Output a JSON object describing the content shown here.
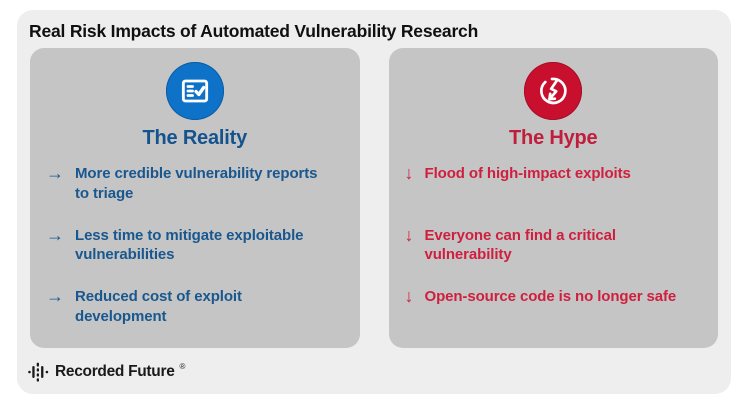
{
  "title": "Real Risk Impacts of Automated Vulnerability Research",
  "panels": {
    "reality": {
      "heading": "The Reality",
      "icon": "checklist-icon",
      "bullet_glyph": "→",
      "heading_color": "#15538e",
      "icon_circle_color": "#0e72c8",
      "item_text_color": "#19578f",
      "items": [
        "More credible vulnerability reports\nto triage",
        "Less time to mitigate exploitable\nvulnerabilities",
        "Reduced cost of exploit\ndevelopment"
      ]
    },
    "hype": {
      "heading": "The Hype",
      "icon": "lightning-cycle-icon",
      "bullet_glyph": "↓",
      "heading_color": "#c01e3d",
      "icon_circle_color": "#c8102e",
      "item_text_color": "#cf1f3f",
      "items": [
        "Flood of high-impact exploits",
        "Everyone can find a critical\nvulnerability",
        "Open-source code is no longer safe"
      ]
    }
  },
  "footer": {
    "brand": "Recorded Future",
    "registered": "®"
  },
  "colors": {
    "page_bg": "#ffffff",
    "card_bg": "#eeeeee",
    "panel_bg": "#c5c5c5",
    "title_text": "#101010",
    "logo_text": "#1a1a1a"
  }
}
